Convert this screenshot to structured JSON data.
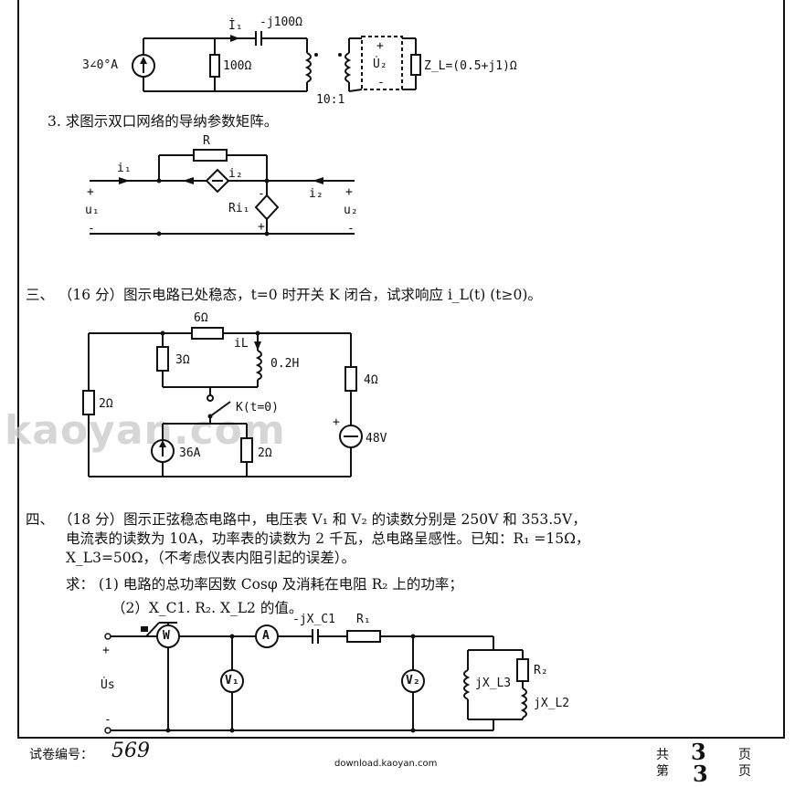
{
  "circuit1": {
    "source": "3∠0°A",
    "r": "100Ω",
    "cap": "-j100Ω",
    "current": "İ₁",
    "ratio": "10:1",
    "u2": "U̇₂",
    "zl": "Z_L=(0.5+j1)Ω",
    "plus": "+",
    "minus": "-"
  },
  "q3": {
    "text": "3.  求图示双口网络的导纳参数矩阵。"
  },
  "circuit2": {
    "r": "R",
    "i1": "i₁",
    "i2": "i₂",
    "i2b": "i₂",
    "u1": "u₁",
    "u2": "u₂",
    "ri1": "Ri₁",
    "plus": "+",
    "minus": "-"
  },
  "section3": {
    "text": "三、 （16 分）图示电路已处稳态，t=0 时开关 K 闭合，试求响应 i_L(t) (t≥0)。"
  },
  "circuit3": {
    "r6": "6Ω",
    "r3": "3Ω",
    "il": "iL",
    "l": "0.2H",
    "r4": "4Ω",
    "r2a": "2Ω",
    "k": "K(t=0)",
    "src36": "36A",
    "r2b": "2Ω",
    "v48": "48V",
    "plus": "+"
  },
  "section4": {
    "line1": "四、 （18 分）图示正弦稳态电路中，电压表 V₁ 和 V₂ 的读数分别是 250V 和 353.5V，",
    "line2": "电流表的读数为 10A，功率表的读数为 2 千瓦，总电路呈感性。已知：R₁ =15Ω，",
    "line3": "X_L3=50Ω，（不考虑仪表内阻引起的误差）。",
    "ask1": "求：  (1) 电路的总功率因数 Cosφ 及消耗在电阻 R₂ 上的功率；",
    "ask2": "（2）X_C1. R₂. X_L2 的值。"
  },
  "circuit4": {
    "w": "W",
    "a": "A",
    "v1": "V₁",
    "v2": "V₂",
    "xc1": "-jX_C1",
    "r1": "R₁",
    "r2": "R₂",
    "xl3": "jX_L3",
    "xl2": "jX_L2",
    "us": "U̇s",
    "plus": "+",
    "minus": "-"
  },
  "footer": {
    "code_label": "试卷编号：",
    "code_value": "569",
    "url": "download.kaoyan.com",
    "total_label": "共",
    "total_value": "3",
    "page_label": "页",
    "cur_label": "第",
    "cur_value": "3",
    "cur_page_label": "页"
  },
  "watermark": "kaoyan.com"
}
